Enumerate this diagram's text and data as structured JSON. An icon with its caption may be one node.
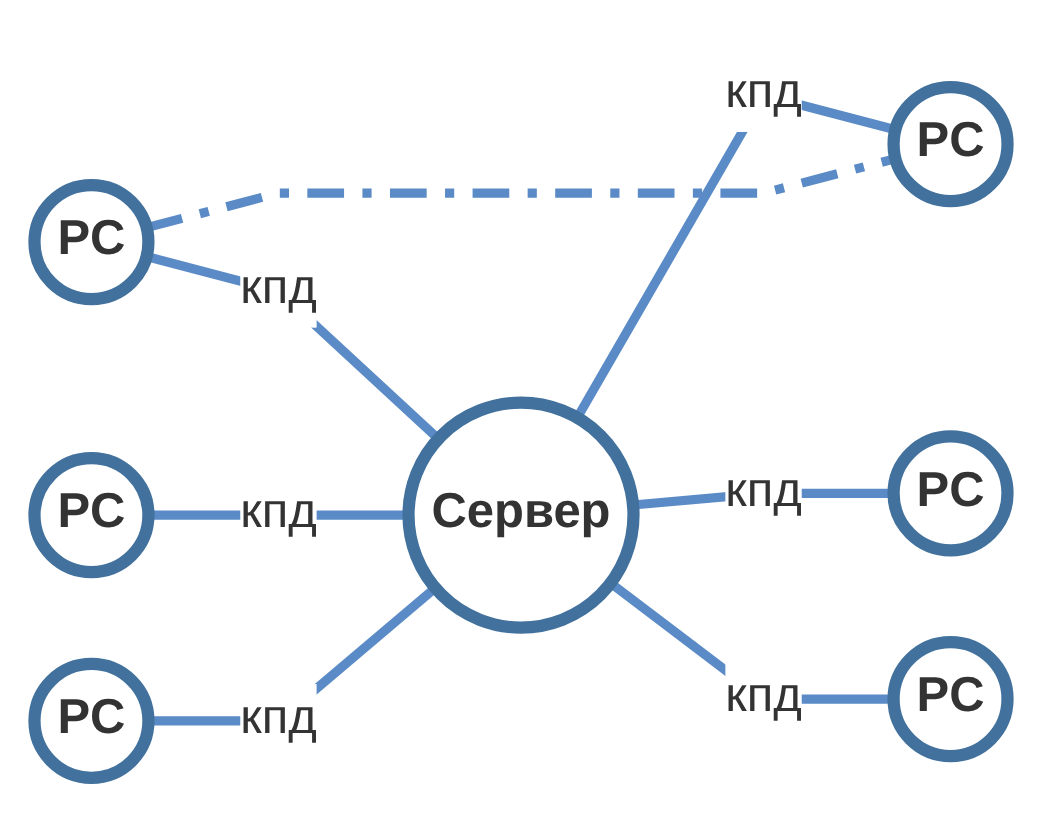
{
  "diagram": {
    "nodes": [
      {
        "text": [
          "PC"
        ]
      },
      {
        "text": [
          "PC"
        ]
      },
      {
        "text": [
          "Сервер"
        ]
      },
      {
        "text": [
          "PC"
        ]
      },
      {
        "text": [
          "PC"
        ]
      },
      {
        "text": [
          "PC"
        ]
      },
      {
        "text": [
          "PC"
        ]
      }
    ],
    "edges": [
      {
        "from": 0,
        "to": 2,
        "arrow": "none",
        "label": "кпд"
      },
      {
        "from": 2,
        "to": 1,
        "arrow": "none",
        "label": "кпд"
      },
      {
        "from": 3,
        "to": 2,
        "arrow": "none",
        "label": "кпд"
      },
      {
        "from": 2,
        "to": 4,
        "arrow": "none",
        "label": "кпд"
      },
      {
        "from": 5,
        "to": 2,
        "arrow": "none",
        "label": "кпд"
      },
      {
        "from": 2,
        "to": 6,
        "arrow": "none",
        "label": "кпд"
      },
      {
        "from": 0,
        "to": 1,
        "arrow": "none",
        "style": "dashed"
      }
    ]
  }
}
